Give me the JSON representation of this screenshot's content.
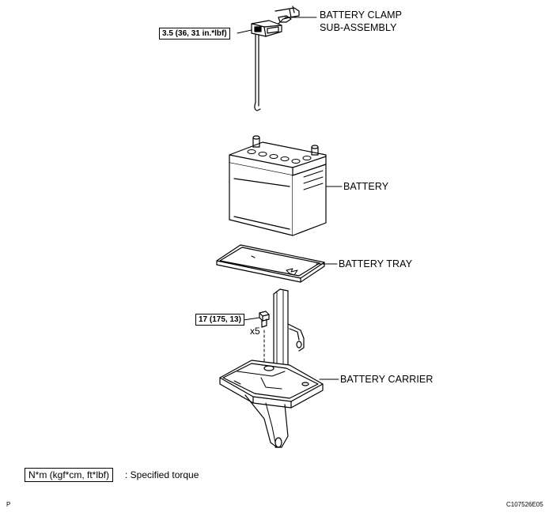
{
  "labels": {
    "clamp_line1": "BATTERY CLAMP",
    "clamp_line2": "SUB-ASSEMBLY",
    "battery": "BATTERY",
    "tray": "BATTERY TRAY",
    "carrier": "BATTERY CARRIER"
  },
  "torques": {
    "clamp": "3.5 (36, 31 in.*lbf)",
    "carrier_bolt": "17 (175, 13)"
  },
  "bolt_quantity": "x5",
  "legend": {
    "unit": "N*m (kgf*cm, ft*lbf)",
    "description": ": Specified torque"
  },
  "corner": {
    "left": "P",
    "right": "C107526E05"
  }
}
